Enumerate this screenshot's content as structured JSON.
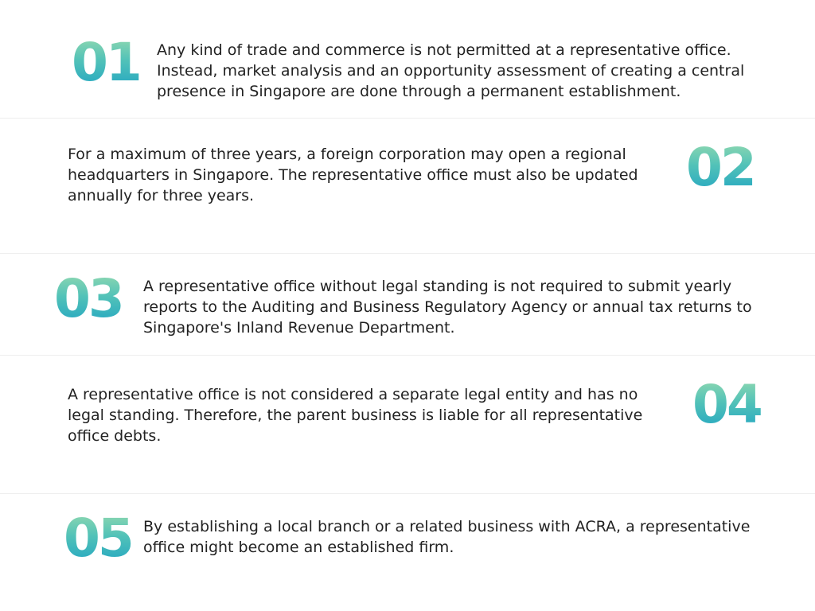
{
  "accent_gradient": [
    "#8fd8b0",
    "#52c2b8",
    "#23a6c2"
  ],
  "items": [
    {
      "number": "01",
      "lines": [
        "Any kind of trade and commerce is not permitted at a representative office.",
        "Instead, market analysis and an opportunity assessment of creating a central",
        "presence in Singapore are done through a permanent establishment."
      ]
    },
    {
      "number": "02",
      "lines": [
        "For a maximum of three years, a foreign corporation may open a regional",
        "headquarters in Singapore. The representative office must also be updated",
        "annually for three years."
      ]
    },
    {
      "number": "03",
      "lines": [
        "A representative office without legal standing is not required to submit yearly",
        "reports to the Auditing and Business Regulatory Agency or annual tax returns to",
        "Singapore's Inland Revenue Department."
      ]
    },
    {
      "number": "04",
      "lines": [
        "A representative office is not considered a separate legal entity and has no",
        "legal standing. Therefore, the parent business is liable for all representative",
        "office debts."
      ]
    },
    {
      "number": "05",
      "lines": [
        "By establishing a local branch or a related business with ACRA, a representative",
        "office might become an established firm."
      ]
    }
  ]
}
